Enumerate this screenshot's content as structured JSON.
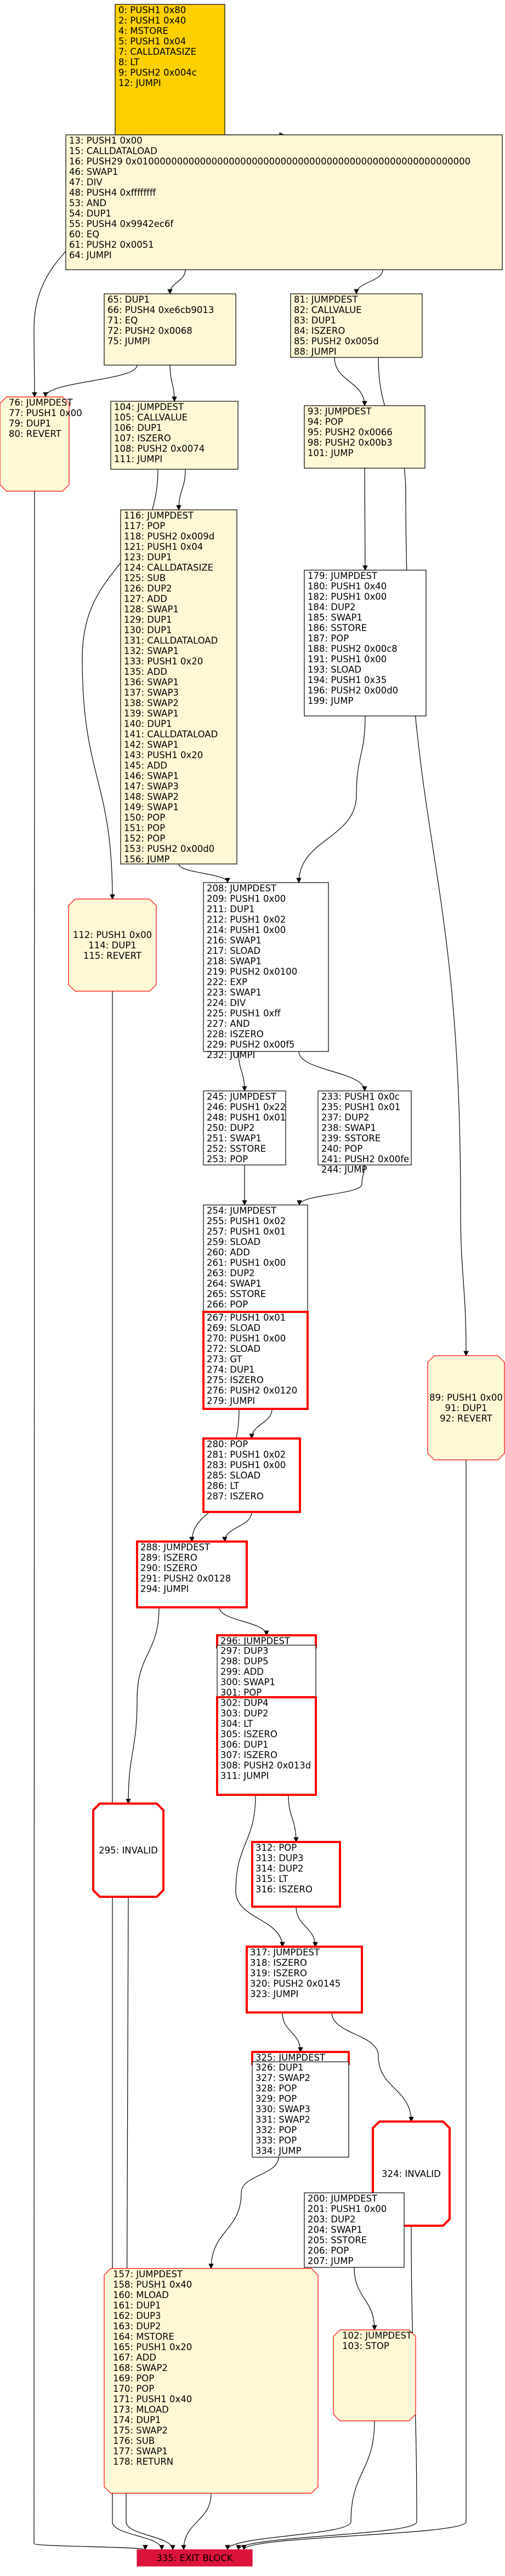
{
  "nodes": {
    "n0": [
      "0: PUSH1 0x80",
      "2: PUSH1 0x40",
      "4: MSTORE",
      "5: PUSH1 0x04",
      "7: CALLDATASIZE",
      "8: LT",
      "9: PUSH2 0x004c",
      "12: JUMPI"
    ],
    "n13": [
      "13: PUSH1 0x00",
      "15: CALLDATALOAD",
      "16: PUSH29 0x0100000000000000000000000000000000000000000000000000000000",
      "46: SWAP1",
      "47: DIV",
      "48: PUSH4 0xffffffff",
      "53: AND",
      "54: DUP1",
      "55: PUSH4 0x9942ec6f",
      "60: EQ",
      "61: PUSH2 0x0051",
      "64: JUMPI"
    ],
    "n65": [
      "65: DUP1",
      "66: PUSH4 0xe6cb9013",
      "71: EQ",
      "72: PUSH2 0x0068",
      "75: JUMPI"
    ],
    "n81": [
      "81: JUMPDEST",
      "82: CALLVALUE",
      "83: DUP1",
      "84: ISZERO",
      "85: PUSH2 0x005d",
      "88: JUMPI"
    ],
    "n76": [
      "76: JUMPDEST",
      "77: PUSH1 0x00",
      "79: DUP1",
      "80: REVERT"
    ],
    "n104": [
      "104: JUMPDEST",
      "105: CALLVALUE",
      "106: DUP1",
      "107: ISZERO",
      "108: PUSH2 0x0074",
      "111: JUMPI"
    ],
    "n93": [
      "93: JUMPDEST",
      "94: POP",
      "95: PUSH2 0x0066",
      "98: PUSH2 0x00b3",
      "101: JUMP"
    ],
    "n116": [
      "116: JUMPDEST",
      "117: POP",
      "118: PUSH2 0x009d",
      "121: PUSH1 0x04",
      "123: DUP1",
      "124: CALLDATASIZE",
      "125: SUB",
      "126: DUP2",
      "127: ADD",
      "128: SWAP1",
      "129: DUP1",
      "130: DUP1",
      "131: CALLDATALOAD",
      "132: SWAP1",
      "133: PUSH1 0x20",
      "135: ADD",
      "136: SWAP1",
      "137: SWAP3",
      "138: SWAP2",
      "139: SWAP1",
      "140: DUP1",
      "141: CALLDATALOAD",
      "142: SWAP1",
      "143: PUSH1 0x20",
      "145: ADD",
      "146: SWAP1",
      "147: SWAP3",
      "148: SWAP2",
      "149: SWAP1",
      "150: POP",
      "151: POP",
      "152: POP",
      "153: PUSH2 0x00d0",
      "156: JUMP"
    ],
    "n179": [
      "179: JUMPDEST",
      "180: PUSH1 0x40",
      "182: PUSH1 0x00",
      "184: DUP2",
      "185: SWAP1",
      "186: SSTORE",
      "187: POP",
      "188: PUSH2 0x00c8",
      "191: PUSH1 0x00",
      "193: SLOAD",
      "194: PUSH1 0x35",
      "196: PUSH2 0x00d0",
      "199: JUMP"
    ],
    "n208": [
      "208: JUMPDEST",
      "209: PUSH1 0x00",
      "211: DUP1",
      "212: PUSH1 0x02",
      "214: PUSH1 0x00",
      "216: SWAP1",
      "217: SLOAD",
      "218: SWAP1",
      "219: PUSH2 0x0100",
      "222: EXP",
      "223: SWAP1",
      "224: DIV",
      "225: PUSH1 0xff",
      "227: AND",
      "228: ISZERO",
      "229: PUSH2 0x00f5",
      "232: JUMPI"
    ],
    "n112": [
      "112: PUSH1 0x00",
      "114: DUP1",
      "115: REVERT"
    ],
    "n245": [
      "245: JUMPDEST",
      "246: PUSH1 0x22",
      "248: PUSH1 0x01",
      "250: DUP2",
      "251: SWAP1",
      "252: SSTORE",
      "253: POP"
    ],
    "n233": [
      "233: PUSH1 0x0c",
      "235: PUSH1 0x01",
      "237: DUP2",
      "238: SWAP1",
      "239: SSTORE",
      "240: POP",
      "241: PUSH2 0x00fe",
      "244: JUMP"
    ],
    "n254": [
      "254: JUMPDEST",
      "255: PUSH1 0x02",
      "257: PUSH1 0x01",
      "259: SLOAD",
      "260: ADD",
      "261: PUSH1 0x00",
      "263: DUP2",
      "264: SWAP1",
      "265: SSTORE",
      "266: POP"
    ],
    "n267": [
      "267: PUSH1 0x01",
      "269: SLOAD",
      "270: PUSH1 0x00",
      "272: SLOAD",
      "273: GT",
      "274: DUP1",
      "275: ISZERO",
      "276: PUSH2 0x0120",
      "279: JUMPI"
    ],
    "n89": [
      "89: PUSH1 0x00",
      "91: DUP1",
      "92: REVERT"
    ],
    "n280": [
      "280: POP",
      "281: PUSH1 0x02",
      "283: PUSH1 0x00",
      "285: SLOAD",
      "286: LT",
      "287: ISZERO"
    ],
    "n288": [
      "288: JUMPDEST",
      "289: ISZERO",
      "290: ISZERO",
      "291: PUSH2 0x0128",
      "294: JUMPI"
    ],
    "n296": [
      "296: JUMPDEST"
    ],
    "n297": [
      "297: DUP3",
      "298: DUP5",
      "299: ADD",
      "300: SWAP1",
      "301: POP"
    ],
    "n302": [
      "302: DUP4",
      "303: DUP2",
      "304: LT",
      "305: ISZERO",
      "306: DUP1",
      "307: ISZERO",
      "308: PUSH2 0x013d",
      "311: JUMPI"
    ],
    "n295": [
      "295: INVALID"
    ],
    "n312": [
      "312: POP",
      "313: DUP3",
      "314: DUP2",
      "315: LT",
      "316: ISZERO"
    ],
    "n317": [
      "317: JUMPDEST",
      "318: ISZERO",
      "319: ISZERO",
      "320: PUSH2 0x0145",
      "323: JUMPI"
    ],
    "n325": [
      "325: JUMPDEST"
    ],
    "n326": [
      "326: DUP1",
      "327: SWAP2",
      "328: POP",
      "329: POP",
      "330: SWAP3",
      "331: SWAP2",
      "332: POP",
      "333: POP",
      "334: JUMP"
    ],
    "n324": [
      "324: INVALID"
    ],
    "n200": [
      "200: JUMPDEST",
      "201: PUSH1 0x00",
      "203: DUP2",
      "204: SWAP1",
      "205: SSTORE",
      "206: POP",
      "207: JUMP"
    ],
    "n157": [
      "157: JUMPDEST",
      "158: PUSH1 0x40",
      "160: MLOAD",
      "161: DUP1",
      "162: DUP3",
      "163: DUP2",
      "164: MSTORE",
      "165: PUSH1 0x20",
      "167: ADD",
      "168: SWAP2",
      "169: POP",
      "170: POP",
      "171: PUSH1 0x40",
      "173: MLOAD",
      "174: DUP1",
      "175: SWAP2",
      "176: SUB",
      "177: SWAP1",
      "178: RETURN"
    ],
    "n102": [
      "102: JUMPDEST",
      "103: STOP"
    ],
    "n335": [
      "335: EXIT BLOCK"
    ]
  },
  "colors": {
    "block_fill": "#fff8d6",
    "entry_fill": "#ffd000",
    "plain_fill": "#ffffff",
    "exit_fill": "#dc143c",
    "red_border": "#ff0000",
    "edge": "#000000"
  }
}
